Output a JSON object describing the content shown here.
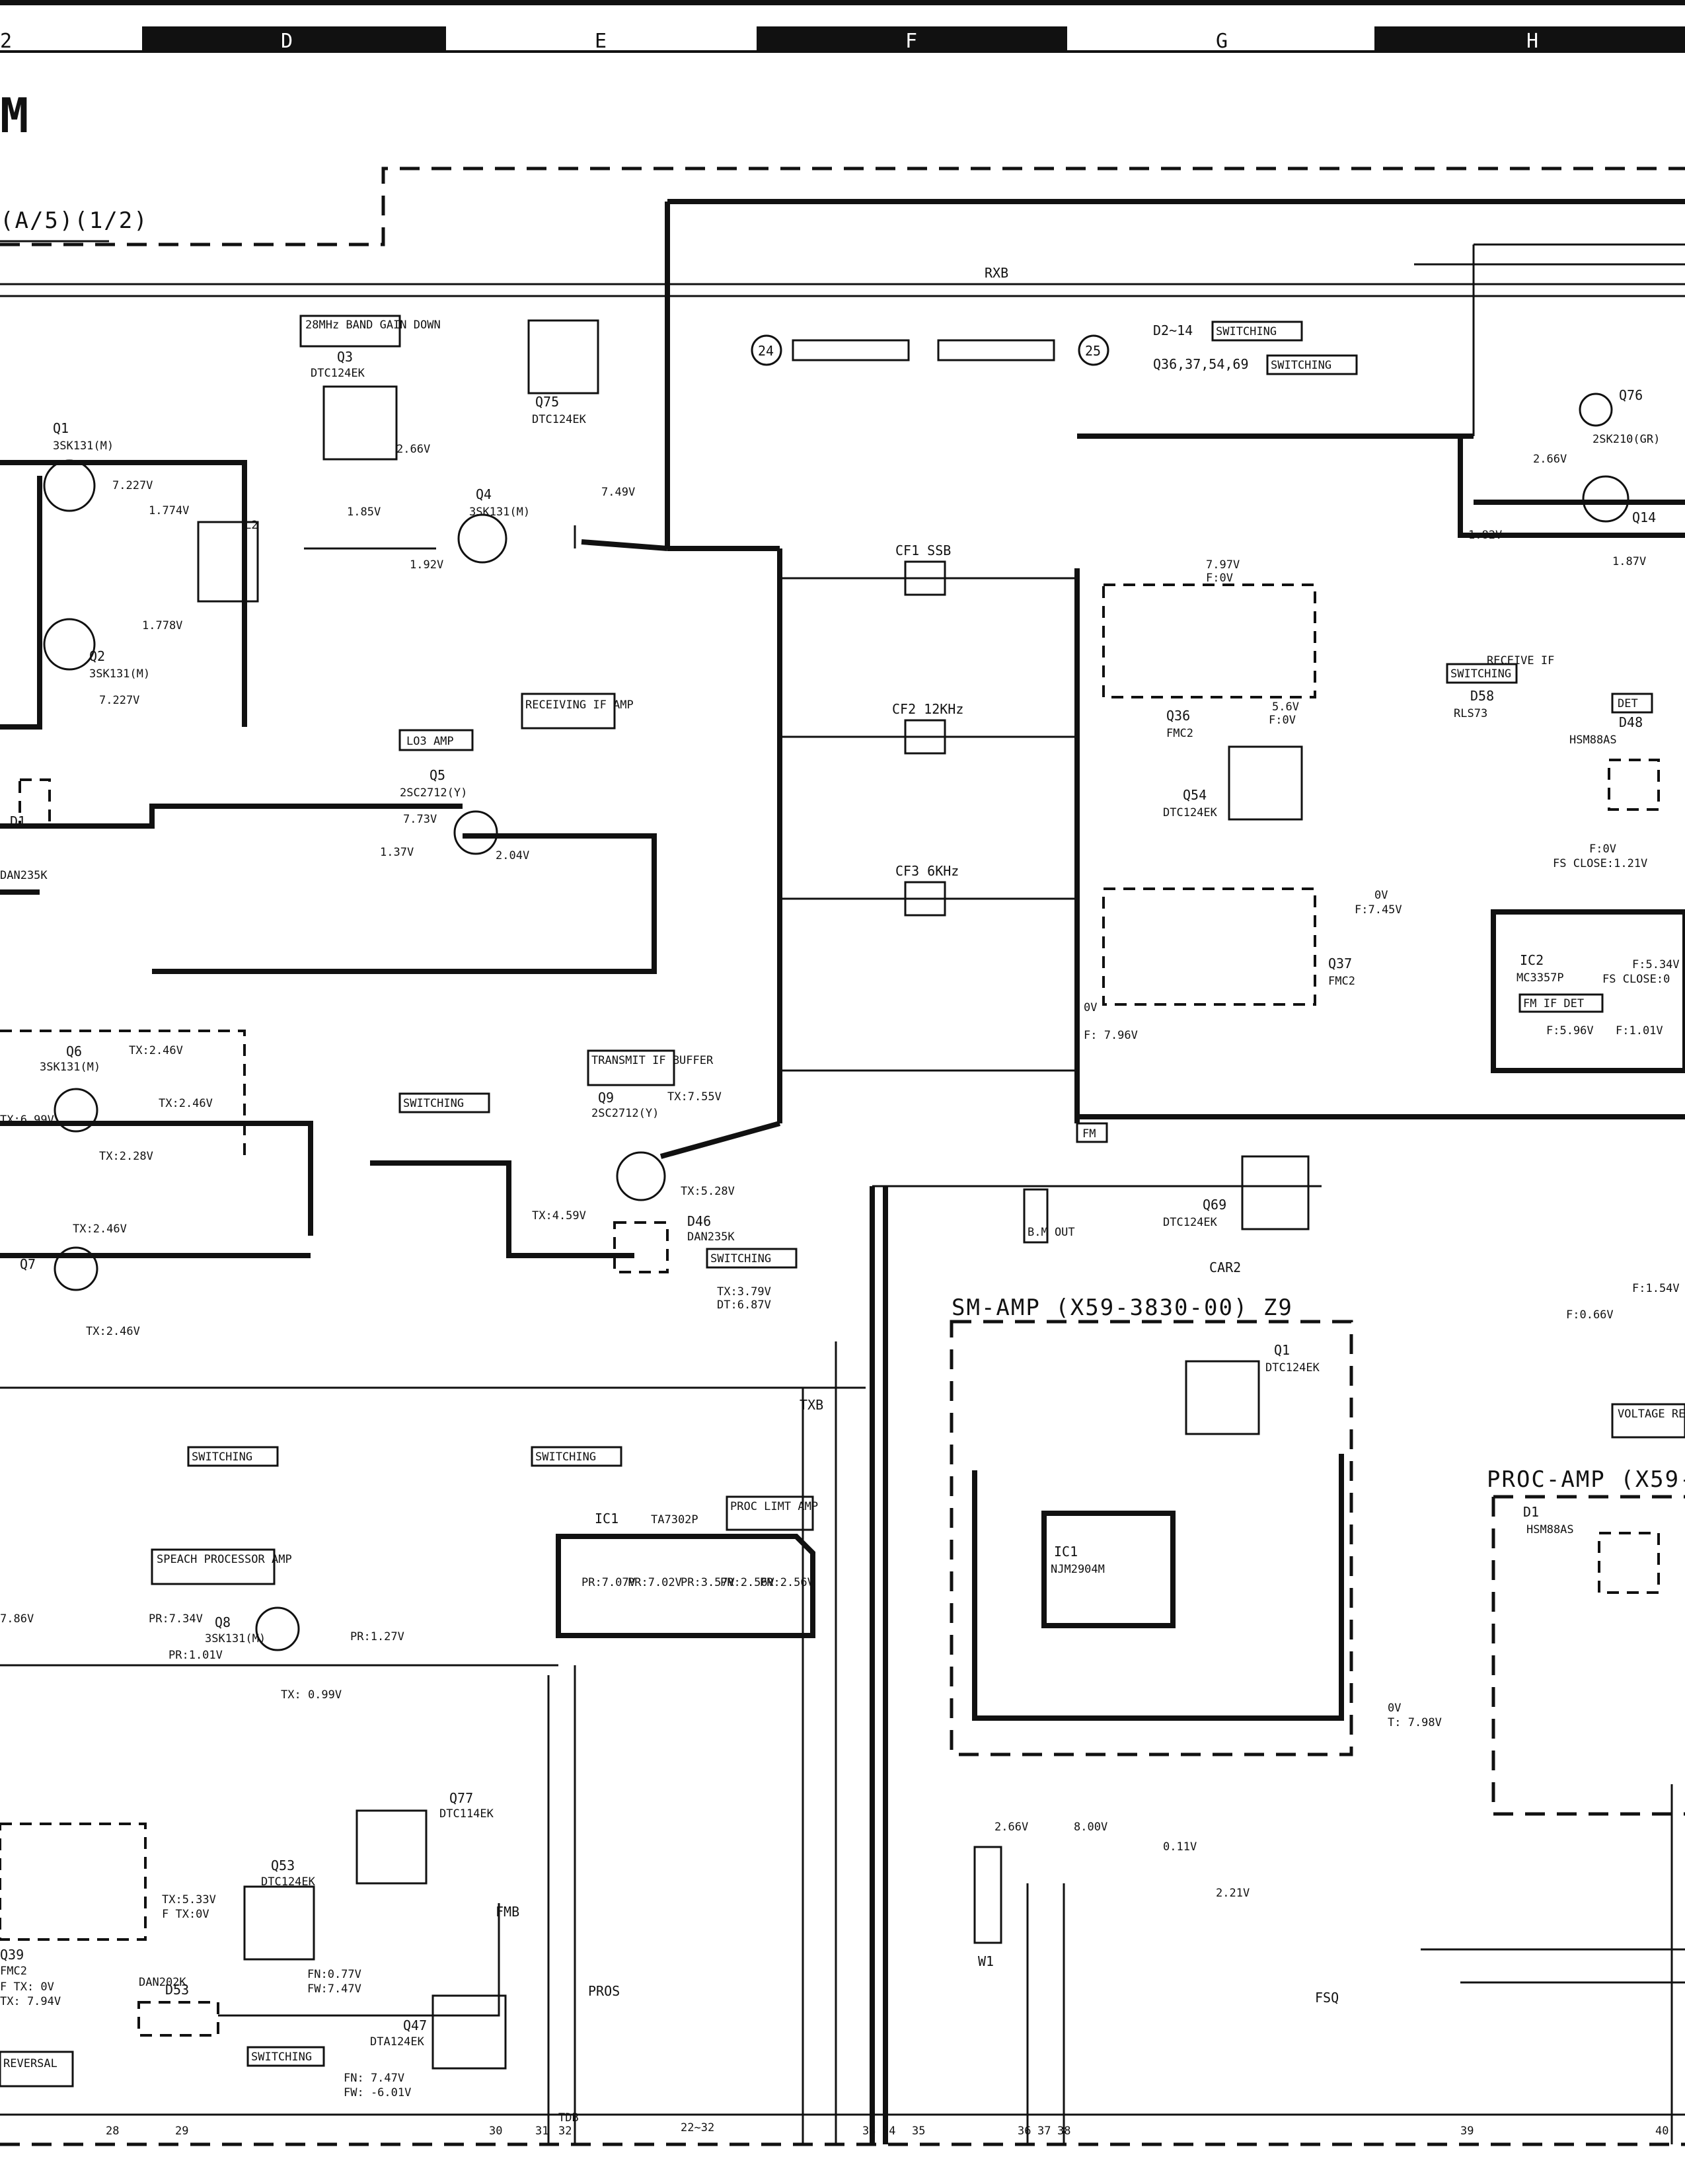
{
  "ruler": {
    "columns": [
      "D",
      "E",
      "F",
      "G",
      "H"
    ],
    "leading": "2"
  },
  "header": {
    "fragment": "M",
    "unit_ref": "(A/5)(1/2)",
    "rxb": "RXB"
  },
  "blocks": {
    "gain_down": "28MHz BAND GAIN DOWN",
    "lo3_amp": "LO3 AMP",
    "receiving_if": "RECEIVING IF AMP",
    "transmit_if": "TRANSMIT IF BUFFER",
    "speech_amp": "SPEACH PROCESSOR AMP",
    "proc_limt": "PROC LIMT AMP",
    "switching": "SWITCHING",
    "d2_14": "D2~14",
    "q_switch": "Q36,37,54,69",
    "fm_if_det": "FM IF DET",
    "receive_if": "RECEIVE IF",
    "det": "DET",
    "voltage_reg": "VOLTAGE REGULATOR",
    "reversal": "REVERSAL",
    "sm_amp": "SM-AMP (X59-3830-00) Z9",
    "proc_amp": "PROC-AMP (X59-",
    "bm_out": "B.M OUT",
    "fm": "FM",
    "car2": "CAR2",
    "txb": "TXB",
    "fmb": "FMB",
    "pros": "PROS",
    "fsq": "FSQ",
    "tdb": "TDB"
  },
  "parts": {
    "q1": "Q1",
    "q1t": "3SK131(M)",
    "q2": "Q2",
    "q2t": "3SK131(M)",
    "q3": "Q3",
    "q3t": "DTC124EK",
    "q4": "Q4",
    "q4t": "3SK131(M)",
    "q5": "Q5",
    "q5t": "2SC2712(Y)",
    "q6": "Q6",
    "q6t": "3SK131(M)",
    "q7": "Q7",
    "q8": "Q8",
    "q8t": "3SK131(M)",
    "q9": "Q9",
    "q9t": "2SC2712(Y)",
    "q14": "Q14",
    "q36": "Q36",
    "q36t": "FMC2",
    "q37": "Q37",
    "q37t": "FMC2",
    "q39": "Q39",
    "q39t": "FMC2",
    "q47": "Q47",
    "q47t": "DTA124EK",
    "q53": "Q53",
    "q53t": "DTC124EK",
    "q54": "Q54",
    "q54t": "DTC124EK",
    "q69": "Q69",
    "q69t": "DTC124EK",
    "q75": "Q75",
    "q75t": "DTC124EK",
    "q76": "Q76",
    "q76t": "2SK210(GR)",
    "q77": "Q77",
    "q77t": "DTC114EK",
    "sm_q1": "Q1",
    "sm_q1t": "DTC124EK",
    "ic1": "IC1",
    "ic1t": "TA7302P",
    "ic2": "IC2",
    "ic2t": "MC3357P",
    "sm_ic1": "IC1",
    "sm_ic1t": "NJM2904M",
    "cf1": "CF1 SSB",
    "cf2": "CF2 12KHz",
    "cf3": "CF3 6KHz",
    "d1": "D1",
    "d1t": "DAN235K",
    "d46": "D46",
    "d46t": "DAN235K",
    "d48": "D48",
    "d48t": "HSM88AS",
    "d53": "D53",
    "d53t": "DAN202K",
    "d58": "D58",
    "d58t": "RLS73",
    "w1": "W1",
    "conn24": "24",
    "conn25": "25"
  },
  "voltages": {
    "q1_a": "7.227V",
    "q1_b": "1.774V",
    "q1_c": "1.778V",
    "q2_a": "7.227V",
    "q4_a": "1.85V",
    "q4_b": "1.92V",
    "q4_c": "7.49V",
    "q4_d": "2.66V",
    "q5_a": "7.73V",
    "q5_b": "1.37V",
    "q5_c": "2.04V",
    "q6_a": "TX:2.46V",
    "q6_b": "TX:2.46V",
    "q6_c": "TX:6.99V",
    "q6_d": "TX:2.28V",
    "q6_e": "TX:2.46V",
    "q7_a": "TX:2.46V",
    "q9_a": "TX:7.55V",
    "q9_b": "TX:5.28V",
    "q9_c": "TX:4.59V",
    "q9_d": "TX:3.79V",
    "q9_e": "DT:6.87V",
    "q8_a": "PR:7.34V",
    "q8_b": "PR:1.01V",
    "q8_c": "PR:1.27V",
    "q8_d": "TX: 0.99V",
    "q8_e": "7.86V",
    "ic1_pins": [
      "PR:7.07V",
      "PR:7.02V",
      "PR:3.57V",
      "PR:2.56V",
      "PR:2.56V"
    ],
    "q36_a": "7.97V",
    "q36_b": "F:0V",
    "q54_a": "5.6V",
    "q54_b": "F:0V",
    "q37_a": "0V",
    "q37_b": "F:7.45V",
    "q37_c": "0V",
    "q37_d": "F: 7.96V",
    "ic2_a": "F:5.34V",
    "ic2_b": "FS CLOSE:0",
    "ic2_c": "F:5.96V",
    "ic2_d": "F:1.01V",
    "q14_a": "2.66V",
    "q14_b": "1.82V",
    "q14_c": "1.87V",
    "d48_a": "F:0V",
    "d48_b": "FS CLOSE:1.21V",
    "sm_a": "2.66V",
    "sm_b": "8.00V",
    "sm_c": "0.11V",
    "sm_d": "2.21V",
    "sm_e": "0V",
    "sm_f": "T: 7.98V",
    "q53_a": "TX:5.33V",
    "q53_b": "F TX:0V",
    "q39_a": "F TX: 0V",
    "q39_b": "TX: 7.94V",
    "q47_a": "FN:0.77V",
    "q47_b": "FW:7.47V",
    "q47_c": "FN: 7.47V",
    "q47_d": "FW: -6.01V",
    "misc_a": "F:0.66V",
    "misc_b": "F:1.54V"
  },
  "pins_bottom": [
    "28",
    "29",
    "30",
    "31",
    "32",
    "33",
    "34",
    "35",
    "36",
    "37",
    "38",
    "39",
    "40"
  ],
  "bottom_range": "22~32"
}
